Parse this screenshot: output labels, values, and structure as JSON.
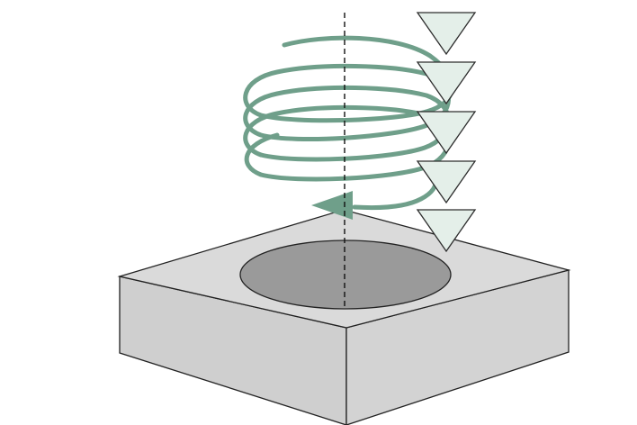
{
  "diagram": {
    "colors": {
      "background": "#ffffff",
      "block_top": "#dadada",
      "block_left": "#cfcfcf",
      "block_front": "#d3d3d3",
      "block_edge": "#222222",
      "hole_fill": "#9a9a9a",
      "helix": "#6f9f8a",
      "step_marker_fill": "#e4efe9",
      "step_marker_stroke": "#2d2d2d",
      "axis": "#111111"
    },
    "helix_turns": 3,
    "step_markers": 5,
    "icons": [
      "helical-toolpath",
      "descending-step-triangle",
      "rotation-arrow",
      "center-axis"
    ]
  }
}
